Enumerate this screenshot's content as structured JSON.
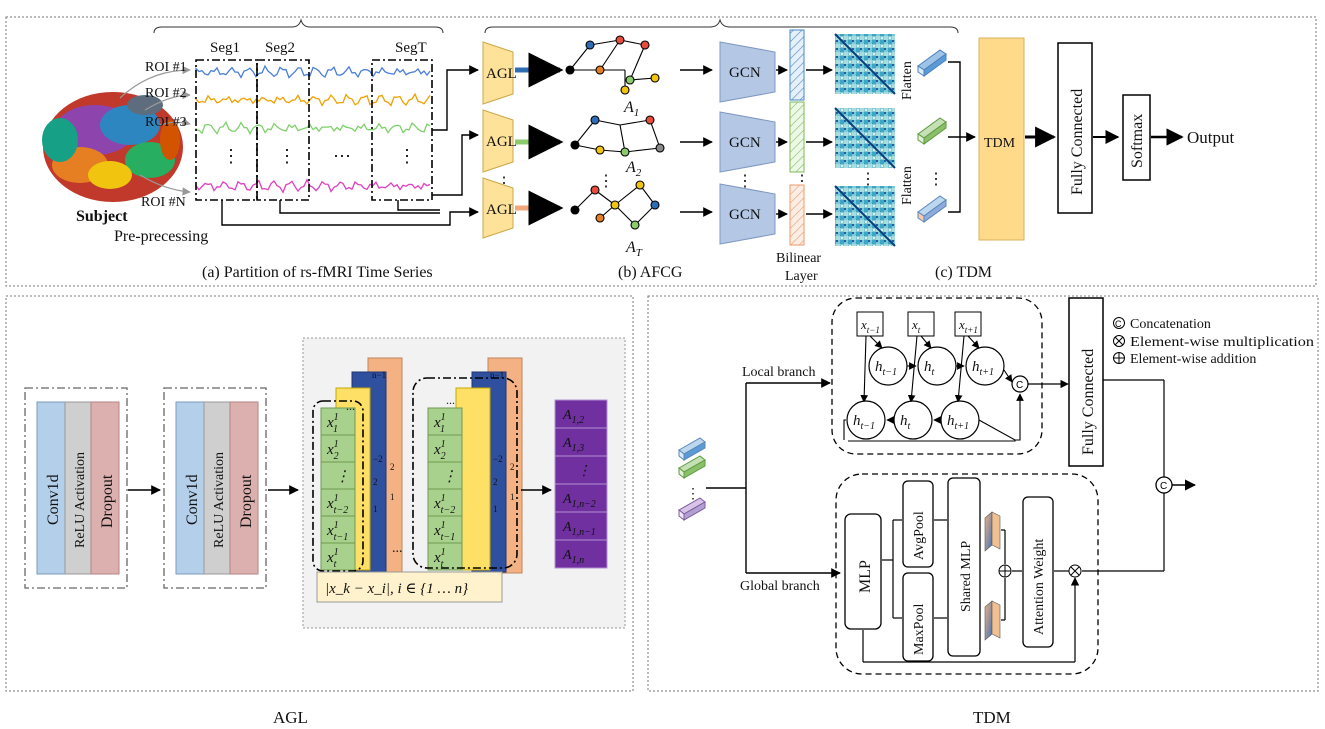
{
  "panel_top": {
    "roi_labels": [
      "ROI #1",
      "ROI #2",
      "ROI #3",
      "ROI #N"
    ],
    "seg_labels": [
      "Seg1",
      "Seg2",
      "SegT"
    ],
    "ellipsis": "⋮",
    "hellipsis": "⋯",
    "subject": "Subject",
    "preprocessing": "Pre-precessing",
    "agl": "AGL",
    "gcn": "GCN",
    "a1": "A",
    "a1_sub": "1",
    "a2": "A",
    "a2_sub": "2",
    "at": "A",
    "at_sub": "T",
    "bilinear": "Bilinear",
    "layer": "Layer",
    "flatten": "Flatten",
    "tdm": "TDM",
    "fully_connected": "Fully Connected",
    "softmax": "Softmax",
    "output": "Output",
    "caption_a": "(a) Partition of rs-fMRI Time Series",
    "caption_b": "(b)  AFCG",
    "caption_c": "(c) TDM"
  },
  "panel_agl": {
    "conv": "Conv1d",
    "relu": "ReLU Activation",
    "dropout": "Dropout",
    "cells": [
      "x",
      "x",
      "⋮",
      "x",
      "x",
      "x"
    ],
    "cell_sup": "1",
    "cell_subs": [
      "1",
      "2",
      "",
      "t−2",
      "t−1",
      "t"
    ],
    "back_sup": "n−1",
    "formula": "|x_k − x_i|, i ∈ {1 … n}",
    "out_cells": [
      "A_{1,2}",
      "A_{1,3}",
      "⋮",
      "A_{1,n−2}",
      "A_{1,n−1}",
      "A_{1,n}"
    ],
    "caption": "AGL"
  },
  "panel_tdm": {
    "legend": [
      "Concatenation",
      "Element-wise multiplication",
      "Element-wise addition"
    ],
    "local_branch": "Local branch",
    "global_branch": "Global branch",
    "fully_connected": "Fully Connected",
    "mlp": "MLP",
    "avgpool": "AvgPool",
    "maxpool": "MaxPool",
    "shared_mlp": "Shared MLP",
    "attention": "Attention Weight",
    "inputs": [
      "x",
      "x",
      "x"
    ],
    "input_subs": [
      "t−1",
      "t",
      "t+1"
    ],
    "hidden": [
      "h",
      "h",
      "h"
    ],
    "hidden_subs": [
      "t−1",
      "t",
      "t+1"
    ],
    "caption": "TDM"
  },
  "colors": {
    "agl_fill": "#FFE29A",
    "gcn_fill": "#B4C8E6",
    "conv_fill": "#B4CFEA",
    "relu_fill": "#CFCFCF",
    "drop_fill": "#DDB0B0",
    "green_cell": "#A9D18E",
    "yellow_cell": "#FFE066",
    "blue_cell": "#2F4F9F",
    "orange_cell": "#F4B183",
    "purple_cell": "#7030A0",
    "tdm_fill": "#FFDA8A",
    "fc_border": "#000000"
  }
}
